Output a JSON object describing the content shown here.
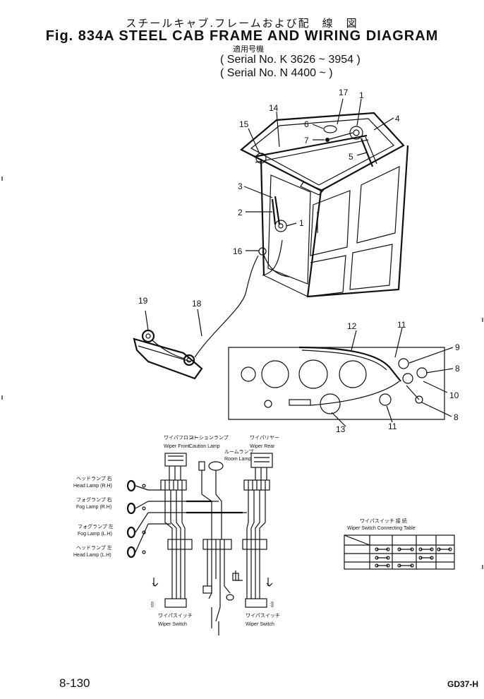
{
  "header": {
    "title_jp": "スチールキャブ.フレームおよび配　線　図",
    "title_en": "Fig. 834A  STEEL CAB  FRAME  AND  WIRING  DIAGRAM",
    "applicability_jp": "適用号機",
    "serial_1": "( Serial No. K 3626 ~ 3954 )",
    "serial_2": "( Serial No. N 4400 ~ )"
  },
  "cab_callouts": [
    "1",
    "2",
    "3",
    "4",
    "5",
    "6",
    "7",
    "14",
    "15",
    "16",
    "17",
    "1"
  ],
  "lamp_callouts": [
    "19",
    "18"
  ],
  "dash_callouts": [
    "12",
    "11",
    "9",
    "8",
    "10",
    "8",
    "13",
    "11"
  ],
  "wiring": {
    "wiper_front_jp": "ワイパフロント",
    "wiper_front": "Wiper Front",
    "caution_lamp_jp": "コーションランプ",
    "caution_lamp": "Caution Lamp",
    "room_lamp_jp": "ルームランプ",
    "room_lamp": "Room Lamp",
    "wiper_rear_jp": "ワイパリヤー",
    "wiper_rear": "Wiper Rear",
    "head_lamp_rh_jp": "ヘッドランプ 右",
    "head_lamp_rh": "Head Lamp (R.H)",
    "fog_lamp_rh_jp": "フォグランプ 右",
    "fog_lamp_rh": "Fog Lamp (R.H)",
    "fog_lamp_lh_jp": "フォグランプ 左",
    "fog_lamp_lh": "Fog Lamp (L.H)",
    "head_lamp_lh_jp": "ヘッドランプ 左",
    "head_lamp_lh": "Head Lamp (L.H)",
    "wiper_switch_jp": "ワイパスイッチ",
    "wiper_switch": "Wiper Switch"
  },
  "connecting_table": {
    "title_jp": "ワイパスイッチ 接 続",
    "title": "Wiper Switch Connecting Table"
  },
  "footer": {
    "page_number": "8-130",
    "doc_code": "GD37-H"
  }
}
